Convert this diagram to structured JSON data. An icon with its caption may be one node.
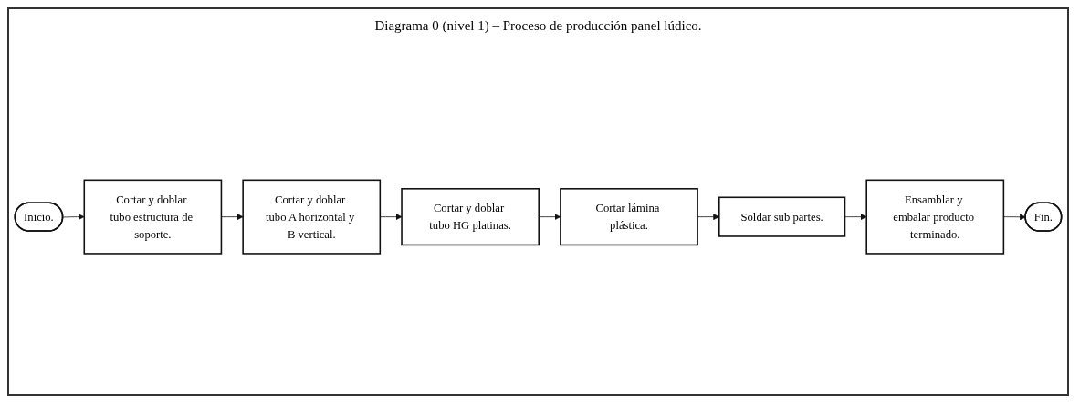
{
  "diagram": {
    "title": "Diagrama 0 (nivel 1) – Proceso de producción panel lúdico.",
    "nodes": [
      {
        "text": [
          "Inicio."
        ]
      },
      {
        "text": [
          "Cortar y doblar tubo estructura de soporte."
        ]
      },
      {
        "text": [
          "Cortar y doblar tubo A horizontal y B vertical."
        ]
      },
      {
        "text": [
          "Cortar y doblar tubo HG platinas."
        ]
      },
      {
        "text": [
          "Cortar lámina plástica."
        ]
      },
      {
        "text": [
          "Soldar sub partes."
        ]
      },
      {
        "text": [
          "Ensamblar y embalar producto terminado."
        ]
      },
      {
        "text": [
          "Fin."
        ]
      }
    ],
    "edges": [
      {
        "from": 0,
        "to": 1,
        "arrow": "to"
      },
      {
        "from": 1,
        "to": 2,
        "arrow": "to"
      },
      {
        "from": 2,
        "to": 3,
        "arrow": "to"
      },
      {
        "from": 3,
        "to": 4,
        "arrow": "to"
      },
      {
        "from": 4,
        "to": 5,
        "arrow": "to"
      },
      {
        "from": 5,
        "to": 6,
        "arrow": "to"
      },
      {
        "from": 6,
        "to": 7,
        "arrow": "to"
      }
    ]
  }
}
